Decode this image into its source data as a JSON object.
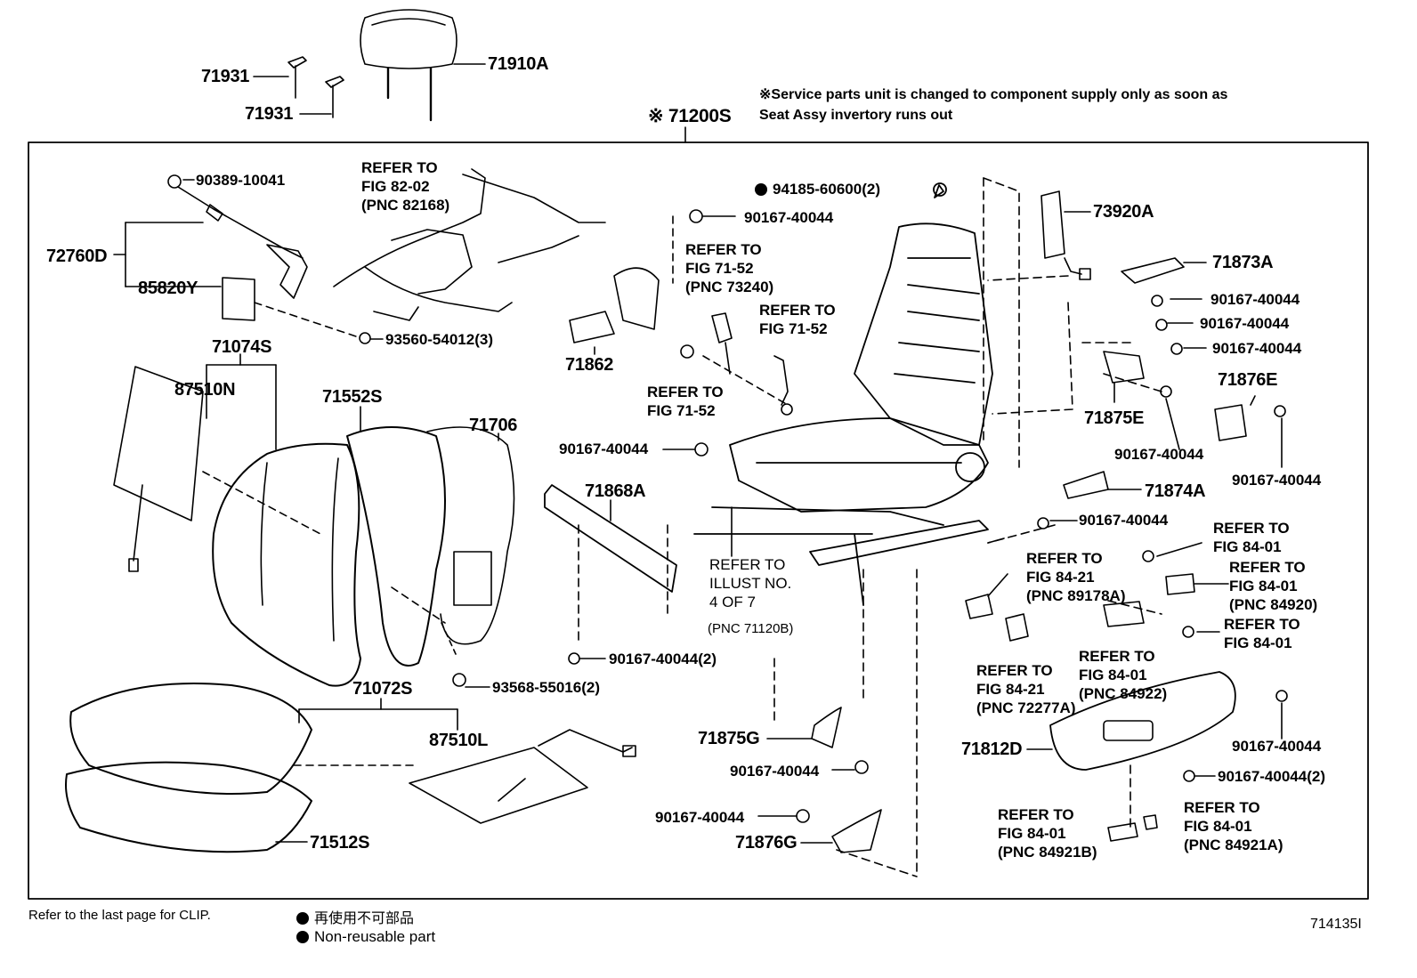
{
  "assembly": {
    "part_no": "※ 71200S"
  },
  "note": {
    "line1": "※Service parts unit is changed to component supply only as soon as",
    "line2": "Seat Assy invertory runs out"
  },
  "footer": {
    "clip_note": "Refer to the last page for CLIP.",
    "legend_jp": "再使用不可部品",
    "legend_en": "Non-reusable part",
    "figure_code": "714135I"
  },
  "parts": {
    "p71931a": "71931",
    "p71931b": "71931",
    "p71910A": "71910A",
    "p90389": "90389-10041",
    "p72760D": "72760D",
    "p85820Y": "85820Y",
    "p93560": "93560-54012(3)",
    "p71074S": "71074S",
    "p87510N": "87510N",
    "p71552S": "71552S",
    "p71706": "71706",
    "p71862": "71862",
    "p94185": "94185-60600(2)",
    "p90167a": "90167-40044",
    "p73920A": "73920A",
    "p71873A": "71873A",
    "p90167b": "90167-40044",
    "p90167c": "90167-40044",
    "p90167d": "90167-40044",
    "p71876E": "71876E",
    "p71875E": "71875E",
    "p90167e": "90167-40044",
    "p90167f": "90167-40044",
    "p90167g": "90167-40044",
    "p71868A": "71868A",
    "p71874A": "71874A",
    "p90167h": "90167-40044",
    "p90167i": "90167-40044(2)",
    "p71072S": "71072S",
    "p93568": "93568-55016(2)",
    "p87510L": "87510L",
    "p71512S": "71512S",
    "p71875G": "71875G",
    "p90167j": "90167-40044",
    "p90167k": "90167-40044",
    "p71876G": "71876G",
    "p71812D": "71812D",
    "p90167l": "90167-40044",
    "p90167m": "90167-40044(2)"
  },
  "refs": {
    "r8202": "REFER TO\nFIG 82-02\n(PNC 82168)",
    "r7152a": "REFER TO\nFIG 71-52\n(PNC 73240)",
    "r7152b": "REFER TO\nFIG 71-52",
    "r7152c": "REFER TO\nFIG 71-52",
    "rillust": "REFER TO\nILLUST NO.\n4 OF 7",
    "rillust_pnc": "(PNC 71120B)",
    "r8421a": "REFER TO\nFIG 84-21\n(PNC 89178A)",
    "r8401a": "REFER TO\nFIG 84-01",
    "r8401b": "REFER TO\nFIG 84-01\n(PNC 84920)",
    "r8401c": "REFER TO\nFIG 84-01",
    "r8421b": "REFER TO\nFIG 84-21\n(PNC 72277A)",
    "r8401d": "REFER TO\nFIG 84-01\n(PNC 84922)",
    "r8401e": "REFER TO\nFIG 84-01\n(PNC 84921B)",
    "r8401f": "REFER TO\nFIG 84-01\n(PNC 84921A)"
  }
}
